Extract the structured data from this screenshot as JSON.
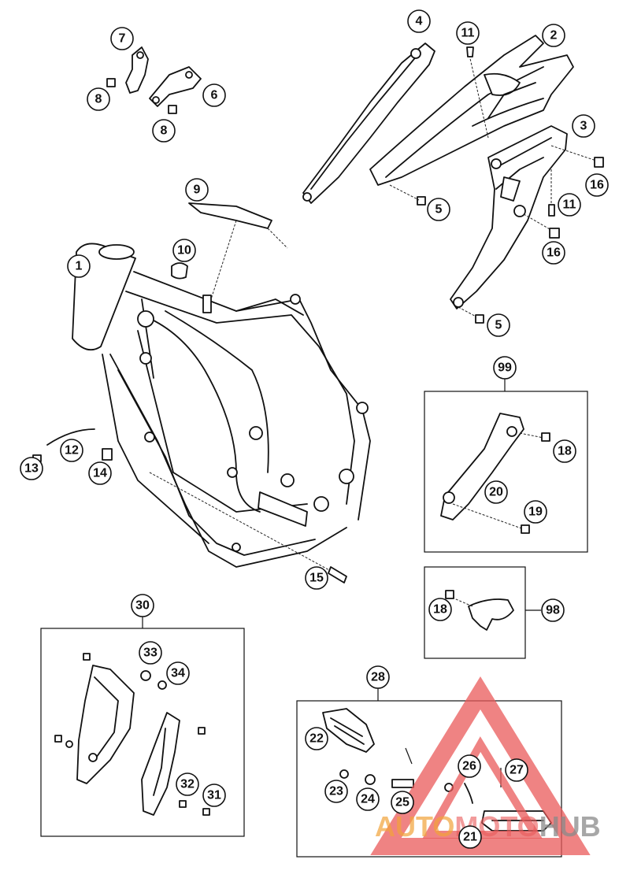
{
  "diagram": {
    "callouts": [
      "1",
      "2",
      "3",
      "4",
      "5",
      "5",
      "6",
      "7",
      "8",
      "8",
      "9",
      "10",
      "11",
      "11",
      "12",
      "13",
      "14",
      "15",
      "16",
      "16",
      "18",
      "18",
      "19",
      "20",
      "21",
      "22",
      "23",
      "24",
      "25",
      "26",
      "27",
      "28",
      "30",
      "31",
      "32",
      "33",
      "34",
      "98",
      "99"
    ]
  },
  "watermark": {
    "part1": "AUTO",
    "part2": "MOTO",
    "part3": "HUB",
    "colors": {
      "red": "#ea5a5a",
      "orange": "#f2a33a",
      "gray": "#8a8a8a"
    }
  }
}
